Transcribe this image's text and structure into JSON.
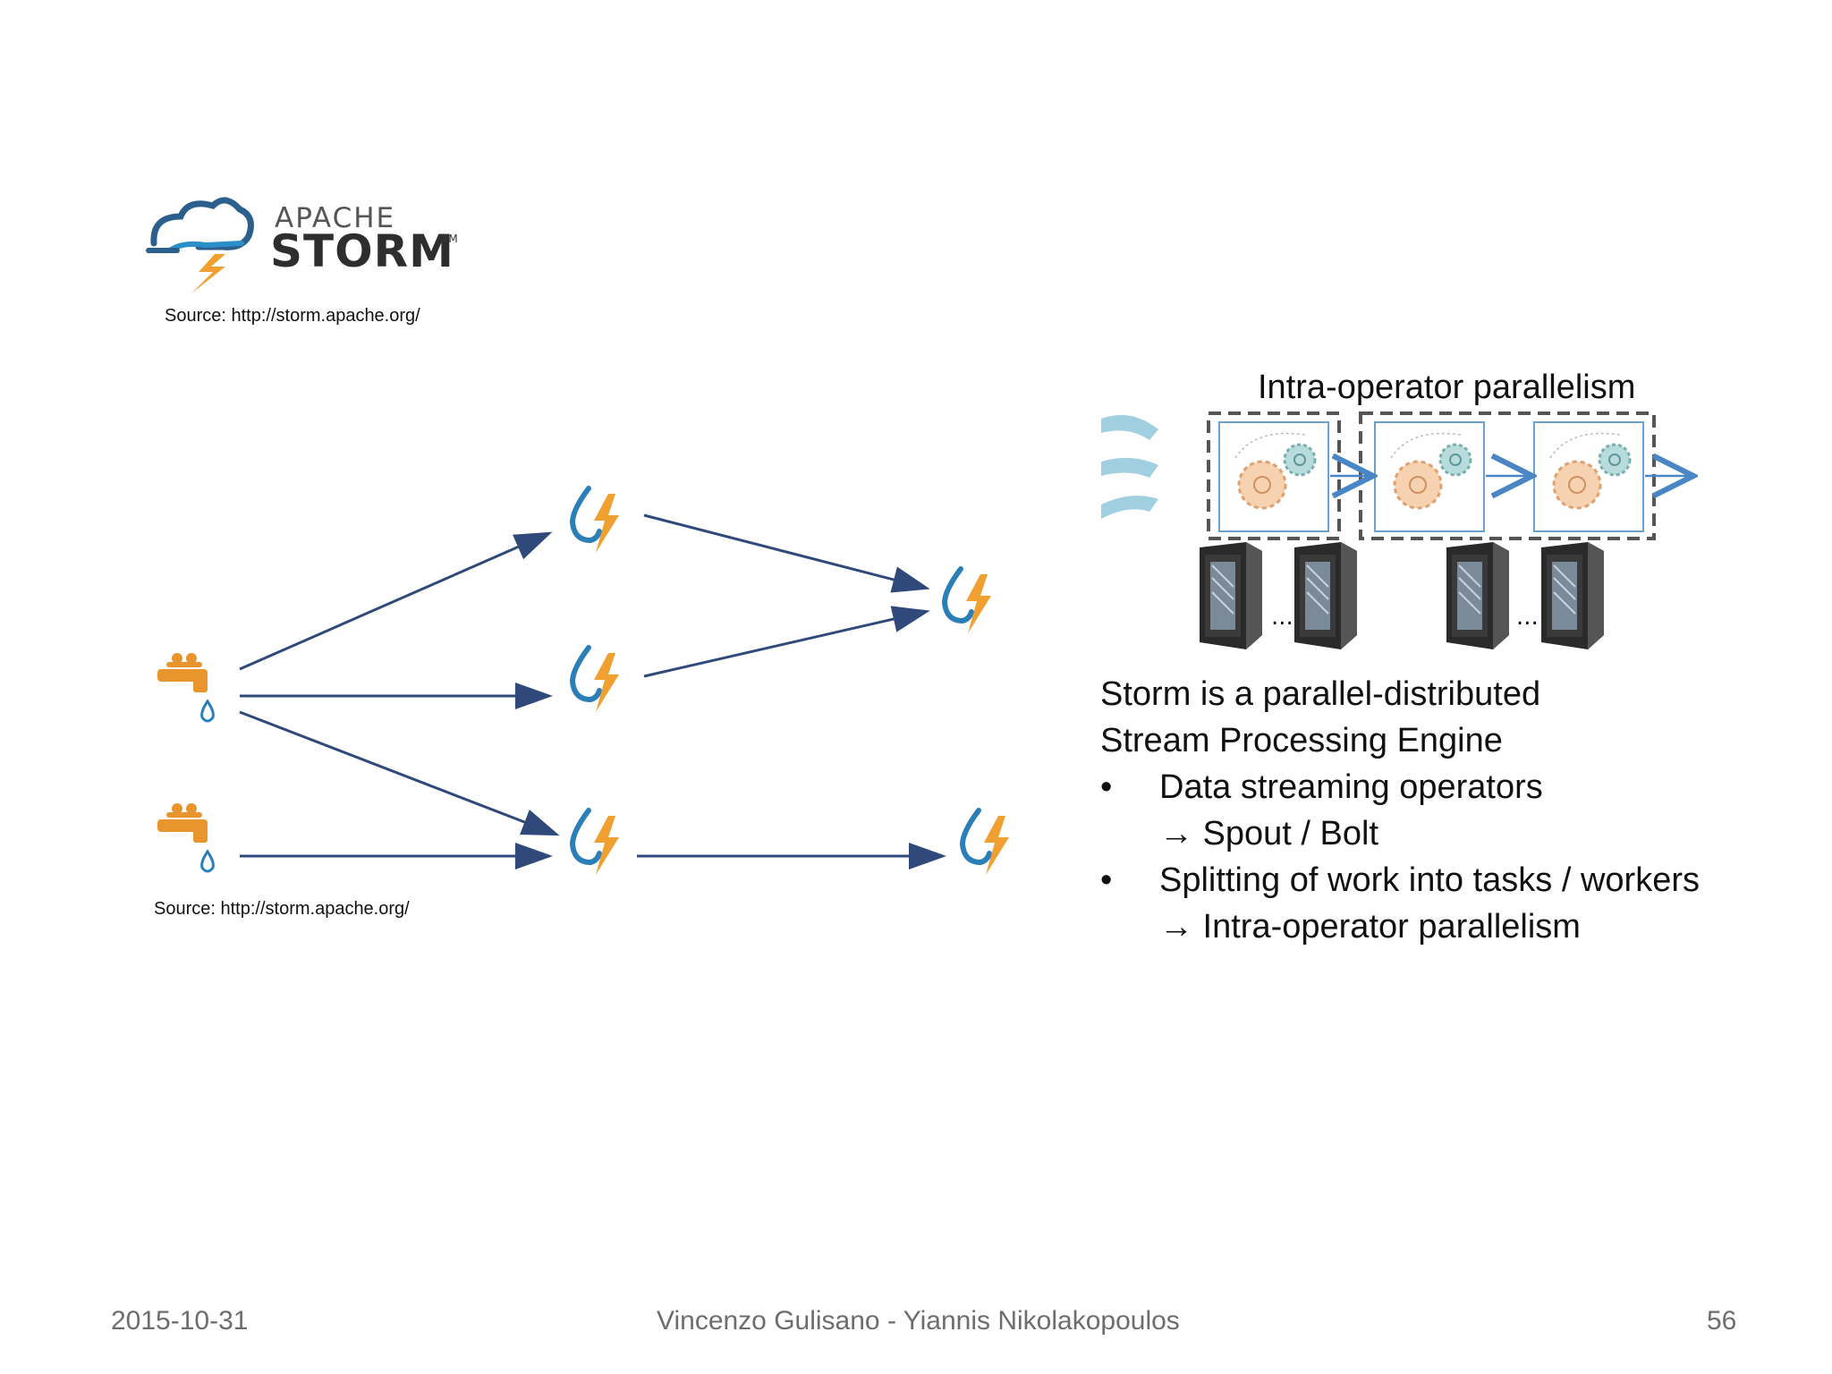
{
  "logo": {
    "apache": "APACHE",
    "storm": "STORM",
    "tm": "TM"
  },
  "source_top": "Source: http://storm.apache.org/",
  "source_bottom": "Source: http://storm.apache.org/",
  "parallelism_title": "Intra-operator parallelism",
  "ellipsis_1": "...",
  "ellipsis_2": "...",
  "description": {
    "line1": "Storm is a parallel-distributed",
    "line2": "Stream Processing Engine",
    "bullet": "•",
    "item1": "Data streaming operators",
    "item1_sub": "→ Spout / Bolt",
    "item2": "Splitting of work into tasks / workers",
    "item2_sub": "→ Intra-operator parallelism"
  },
  "footer": {
    "date": "2015-10-31",
    "authors": "Vincenzo Gulisano - Yiannis Nikolakopoulos",
    "page": "56"
  },
  "colors": {
    "spout": "#e8952e",
    "bolt_drop": "#2a7fb8",
    "bolt_bolt": "#f0a030",
    "edge": "#2f4a7a",
    "pipeline_arrow": "#4a86c5"
  }
}
